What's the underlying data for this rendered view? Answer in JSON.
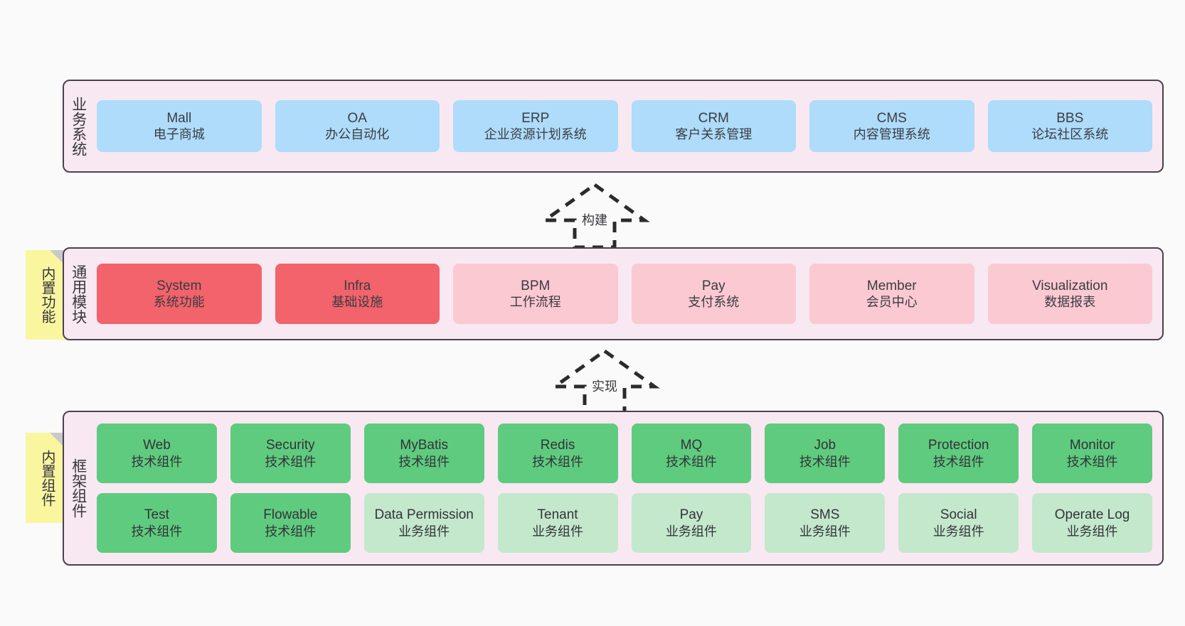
{
  "diagram": {
    "title": "ruoyi-vue-pro architecture layers",
    "background": "#FAFAFA"
  },
  "colors": {
    "panel_bg": "#F8E8F2",
    "panel_border": "#4B414E",
    "blue": "#AEDCFA",
    "red": "#F2636B",
    "pink": "#FBC9D2",
    "green": "#5FCB7E",
    "light_green": "#C3E8CC",
    "sticky_yellow": "#FAF6A0",
    "sticky_fold": "#C9C9C9",
    "text": "#36363C"
  },
  "layers": [
    {
      "id": "business",
      "label": "业务系统",
      "rows": [
        [
          {
            "name": "Mall",
            "desc": "电子商城",
            "tone": "blue"
          },
          {
            "name": "OA",
            "desc": "办公自动化",
            "tone": "blue"
          },
          {
            "name": "ERP",
            "desc": "企业资源计划系统",
            "tone": "blue"
          },
          {
            "name": "CRM",
            "desc": "客户关系管理",
            "tone": "blue"
          },
          {
            "name": "CMS",
            "desc": "内容管理系统",
            "tone": "blue"
          },
          {
            "name": "BBS",
            "desc": "论坛社区系统",
            "tone": "blue"
          }
        ]
      ]
    },
    {
      "id": "modules",
      "label": "通用模块",
      "rows": [
        [
          {
            "name": "System",
            "desc": "系统功能",
            "tone": "red"
          },
          {
            "name": "Infra",
            "desc": "基础设施",
            "tone": "red"
          },
          {
            "name": "BPM",
            "desc": "工作流程",
            "tone": "pink"
          },
          {
            "name": "Pay",
            "desc": "支付系统",
            "tone": "pink"
          },
          {
            "name": "Member",
            "desc": "会员中心",
            "tone": "pink"
          },
          {
            "name": "Visualization",
            "desc": "数据报表",
            "tone": "pink"
          }
        ]
      ]
    },
    {
      "id": "framework",
      "label": "框架组件",
      "rows": [
        [
          {
            "name": "Web",
            "desc": "技术组件",
            "tone": "green"
          },
          {
            "name": "Security",
            "desc": "技术组件",
            "tone": "green"
          },
          {
            "name": "MyBatis",
            "desc": "技术组件",
            "tone": "green"
          },
          {
            "name": "Redis",
            "desc": "技术组件",
            "tone": "green"
          },
          {
            "name": "MQ",
            "desc": "技术组件",
            "tone": "green"
          },
          {
            "name": "Job",
            "desc": "技术组件",
            "tone": "green"
          },
          {
            "name": "Protection",
            "desc": "技术组件",
            "tone": "green"
          },
          {
            "name": "Monitor",
            "desc": "技术组件",
            "tone": "green"
          }
        ],
        [
          {
            "name": "Test",
            "desc": "技术组件",
            "tone": "green"
          },
          {
            "name": "Flowable",
            "desc": "技术组件",
            "tone": "green"
          },
          {
            "name": "Data Permission",
            "desc": "业务组件",
            "tone": "lightgreen"
          },
          {
            "name": "Tenant",
            "desc": "业务组件",
            "tone": "lightgreen"
          },
          {
            "name": "Pay",
            "desc": "业务组件",
            "tone": "lightgreen"
          },
          {
            "name": "SMS",
            "desc": "业务组件",
            "tone": "lightgreen"
          },
          {
            "name": "Social",
            "desc": "业务组件",
            "tone": "lightgreen"
          },
          {
            "name": "Operate Log",
            "desc": "业务组件",
            "tone": "lightgreen"
          }
        ]
      ]
    }
  ],
  "sticky_notes": [
    {
      "id": "builtin-function",
      "label": "内置功能"
    },
    {
      "id": "builtin-component",
      "label": "内置组件"
    }
  ],
  "connectors": [
    {
      "id": "build",
      "label": "构建",
      "style": "dashed-hollow-triangle",
      "direction": "up"
    },
    {
      "id": "implement",
      "label": "实现",
      "style": "dashed-hollow-triangle",
      "direction": "up"
    }
  ]
}
